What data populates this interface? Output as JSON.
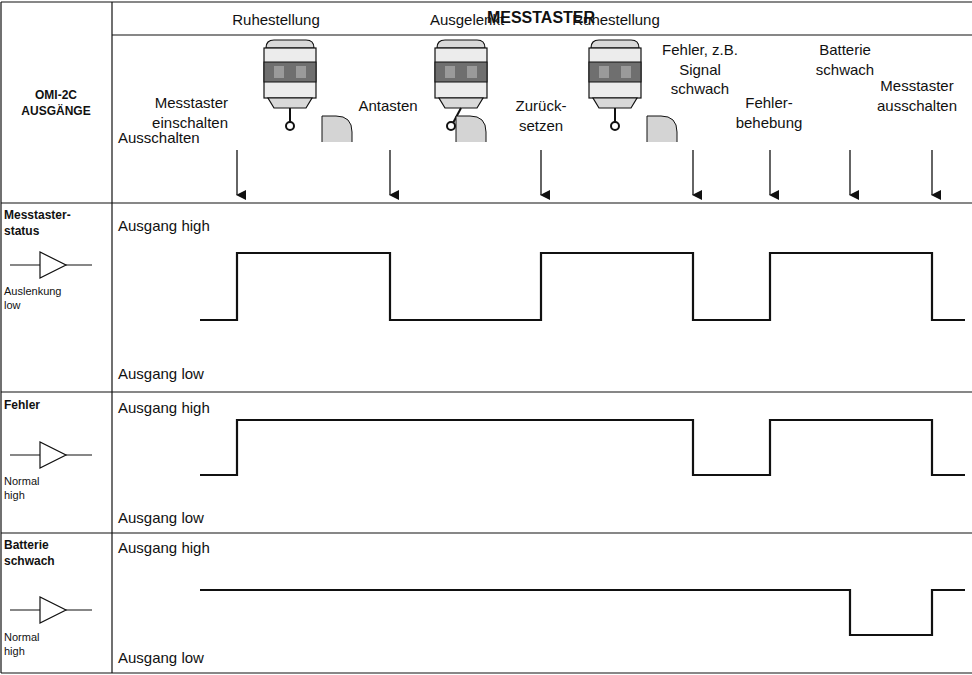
{
  "diagram": {
    "labels": [
      "MESSTASTER",
      "OMI-2C AUSGÄNGE",
      "Ruhestellung",
      "Ausgelenkt",
      "Ruhestellung",
      "Batterie schwach",
      "Messtaster einschalten",
      "Antasten",
      "Zurück- setzen",
      "Fehler, z.B. Signal schwach",
      "Fehler- behebung",
      "Messtaster ausschalten",
      "Ausschalten",
      "Messtaster- status",
      "Auslenkung low",
      "Ausgang high",
      "Ausgang low",
      "Fehler",
      "Normal high",
      "Ausgang high",
      "Ausgang low",
      "Batterie schwach",
      "Normal high",
      "Ausgang high",
      "Ausgang low"
    ]
  }
}
